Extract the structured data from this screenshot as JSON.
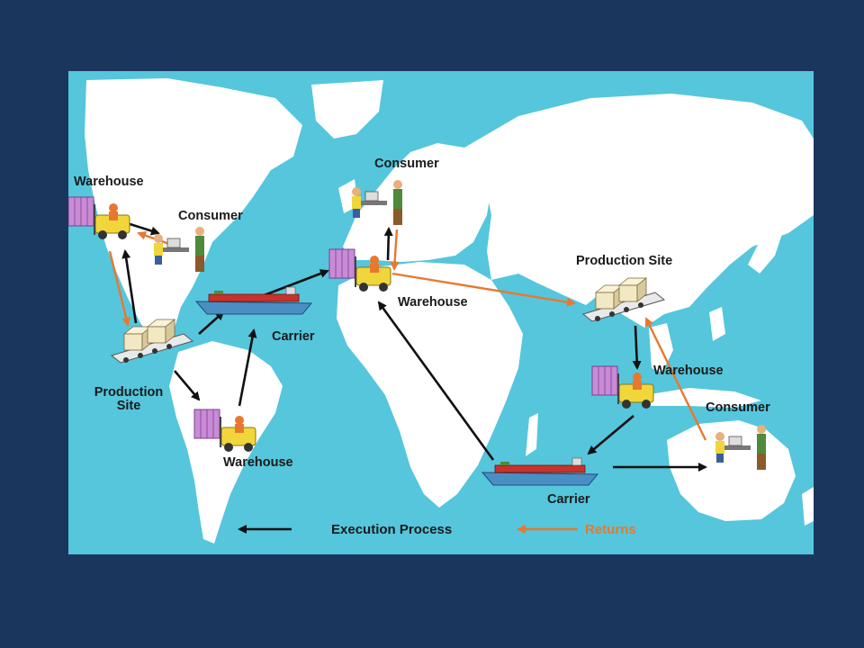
{
  "colors": {
    "background": "#1b365d",
    "ocean": "#55c6dc",
    "land": "#ffffff",
    "execution_arrow": "#111111",
    "return_arrow": "#e8782e",
    "box": "#f3e8c4",
    "container": "#c98bd6",
    "forklift": "#f0d63a",
    "ship_hull": "#4a8fc4",
    "ship_deck": "#c8322a"
  },
  "labels": {
    "warehouse_nw": "Warehouse",
    "consumer_na": "Consumer",
    "consumer_eu": "Consumer",
    "production_site_na_line1": "Production",
    "production_site_na_line2": "Site",
    "warehouse_sa": "Warehouse",
    "carrier_atlantic": "Carrier",
    "warehouse_eu": "Warehouse",
    "production_site_asia": "Production Site",
    "warehouse_asia": "Warehouse",
    "consumer_au": "Consumer",
    "carrier_indian": "Carrier"
  },
  "legend": {
    "execution": "Execution Process",
    "returns": "Returns"
  },
  "icons": {
    "warehouse": "forklift-with-container-icon",
    "consumer": "person-at-desk-icon",
    "production": "conveyor-with-boxes-icon",
    "carrier": "cargo-ship-icon"
  }
}
